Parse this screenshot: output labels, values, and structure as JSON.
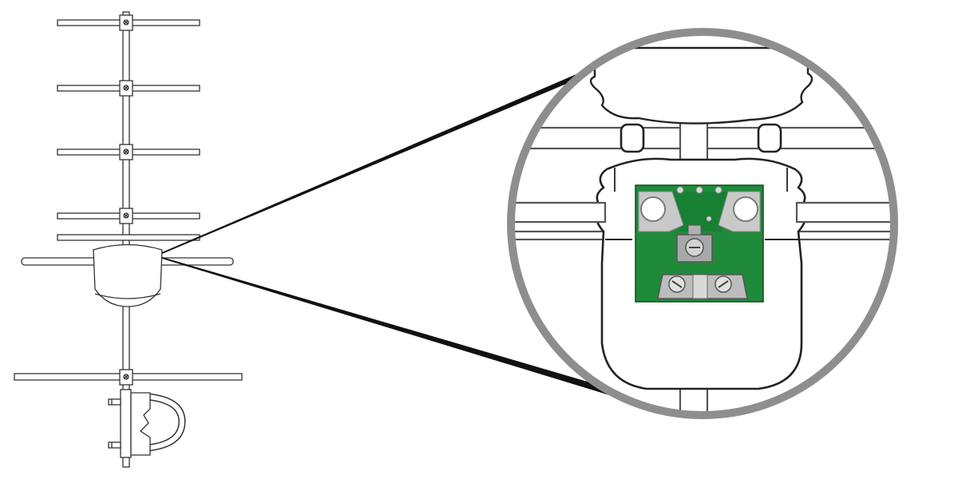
{
  "diagram": {
    "subject": "yagi-antenna-with-amplifier-board-detail",
    "colors": {
      "background": "#ffffff",
      "line": "#333333",
      "magnifier_ring": "#8e8e8e",
      "pcb_green": "#1f8a3a",
      "pcb_dark": "#166b2c",
      "metal_pad": "#c9c9c9",
      "screw_metal": "#bdbdbd"
    },
    "antenna": {
      "element_count": 6,
      "has_amplifier_box": true,
      "has_mast_clamp": true
    },
    "magnifier": {
      "shows": "amplifier-pcb-close-up",
      "components": [
        "pcb",
        "left-terminal-pad",
        "right-terminal-pad",
        "center-screw",
        "clamp-plate-with-two-screws",
        "solder-pads"
      ]
    }
  }
}
